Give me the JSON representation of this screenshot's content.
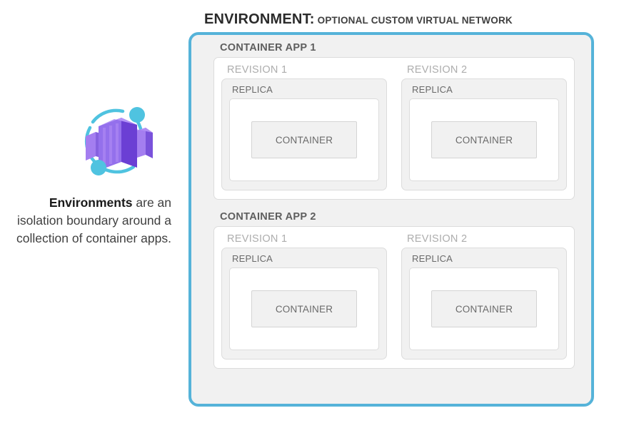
{
  "header": {
    "title_main": "ENVIRONMENT:",
    "title_sub": "OPTIONAL CUSTOM VIRTUAL NETWORK"
  },
  "left_panel": {
    "icon_name": "azure-container-apps-icon",
    "caption_strong": "Environments",
    "caption_rest": " are an isolation boundary around a collection of container apps."
  },
  "colors": {
    "environment_border": "#55b3d9",
    "box_background": "#f1f1f1",
    "inner_background": "#ffffff",
    "border_gray": "#dcdcdc",
    "label_app": "#5e5e5e",
    "label_revision": "#adadad",
    "label_replica": "#6a6a6a",
    "icon_purple_dark": "#6b3fd4",
    "icon_purple_mid": "#8661e0",
    "icon_purple_light": "#a47ef0",
    "icon_cyan": "#4fc3e0"
  },
  "environment": {
    "apps": [
      {
        "label": "CONTAINER APP 1",
        "revisions": [
          {
            "label": "REVISION 1",
            "replica": {
              "label": "REPLICA",
              "container": {
                "label": "CONTAINER"
              }
            }
          },
          {
            "label": "REVISION 2",
            "replica": {
              "label": "REPLICA",
              "container": {
                "label": "CONTAINER"
              }
            }
          }
        ]
      },
      {
        "label": "CONTAINER APP 2",
        "revisions": [
          {
            "label": "REVISION 1",
            "replica": {
              "label": "REPLICA",
              "container": {
                "label": "CONTAINER"
              }
            }
          },
          {
            "label": "REVISION 2",
            "replica": {
              "label": "REPLICA",
              "container": {
                "label": "CONTAINER"
              }
            }
          }
        ]
      }
    ]
  }
}
